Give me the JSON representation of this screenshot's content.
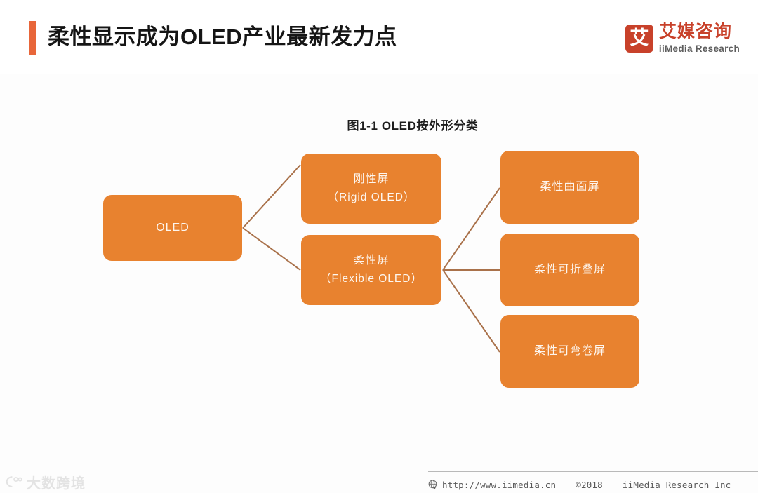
{
  "header": {
    "title": "柔性显示成为OLED产业最新发力点",
    "accent_color": "#e8663a",
    "brand": {
      "mark_glyph": "艾",
      "mark_color": "#c8412a",
      "name_cn": "艾媒咨询",
      "name_en": "iiMedia Research"
    }
  },
  "figure": {
    "caption": "图1-1  OLED按外形分类",
    "node_fill_color": "#e8822f",
    "connector_color": "#a9714a"
  },
  "chart_data": {
    "type": "diagram",
    "title": "图1-1  OLED按外形分类",
    "nodes": [
      {
        "id": "root",
        "line1": "OLED",
        "line2": "",
        "level": 0
      },
      {
        "id": "rigid",
        "line1": "刚性屏",
        "line2": "（Rigid OLED）",
        "level": 1
      },
      {
        "id": "flexible",
        "line1": "柔性屏",
        "line2": "（Flexible OLED）",
        "level": 1
      },
      {
        "id": "curved",
        "line1": "柔性曲面屏",
        "line2": "",
        "level": 2
      },
      {
        "id": "foldable",
        "line1": "柔性可折叠屏",
        "line2": "",
        "level": 2
      },
      {
        "id": "rollable",
        "line1": "柔性可弯卷屏",
        "line2": "",
        "level": 2
      }
    ],
    "edges": [
      {
        "from": "root",
        "to": "rigid"
      },
      {
        "from": "root",
        "to": "flexible"
      },
      {
        "from": "flexible",
        "to": "curved"
      },
      {
        "from": "flexible",
        "to": "foldable"
      },
      {
        "from": "flexible",
        "to": "rollable"
      }
    ]
  },
  "footer": {
    "url": "http://www.iimedia.cn",
    "copyright": "©2018",
    "company": "iiMedia Research  Inc"
  },
  "watermark": {
    "text": "大数跨境"
  }
}
